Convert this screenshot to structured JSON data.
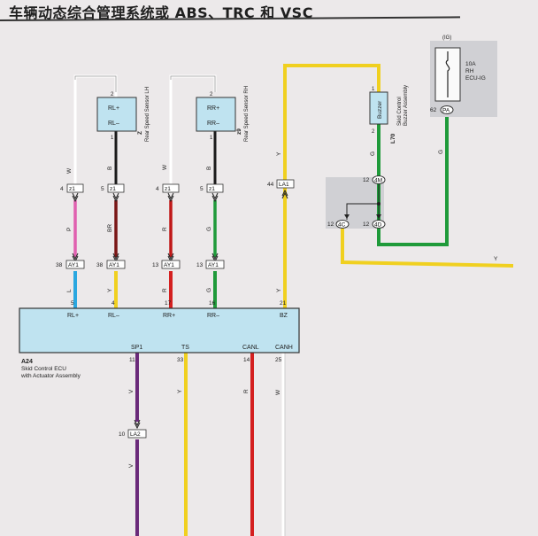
{
  "title": "车辆动态综合管理系统或 ABS、TRC 和 VSC",
  "ecu": {
    "code": "A24",
    "name_line1": "Skid Control ECU",
    "name_line2": "with Actuator Assembly",
    "top_pins": [
      {
        "num": "5",
        "name": "RL+"
      },
      {
        "num": "4",
        "name": "RL–"
      },
      {
        "num": "17",
        "name": "RR+"
      },
      {
        "num": "16",
        "name": "RR–"
      },
      {
        "num": "21",
        "name": "BZ"
      }
    ],
    "bottom_pins": [
      {
        "num": "11",
        "name": "SP1"
      },
      {
        "num": "33",
        "name": "TS"
      },
      {
        "num": "14",
        "name": "CANL"
      },
      {
        "num": "25",
        "name": "CANH"
      }
    ]
  },
  "sensors": [
    {
      "code": "Z",
      "name": "Rear Speed Sensor LH",
      "pin_top": "RL+",
      "pin_bottom": "RL–",
      "num_top": "2",
      "num_bottom": "1"
    },
    {
      "code": "z9",
      "name": "Rear Speed Sensor RH",
      "pin_top": "RR+",
      "pin_bottom": "RR–",
      "num_top": "2",
      "num_bottom": "1"
    }
  ],
  "buzzer": {
    "label": "Buzzer",
    "code": "L70",
    "name_line1": "Skid Control",
    "name_line2": "Buzzer Assembly",
    "num_top": "1",
    "num_bottom": "2"
  },
  "fuse": {
    "ig": "(IG)",
    "line1": "10A",
    "line2": "RH",
    "line3": "ECU-IG",
    "pin_num": "62",
    "pin_conn": "PA"
  },
  "connectors": {
    "z1": [
      {
        "num": "4",
        "code": "z1"
      },
      {
        "num": "5",
        "code": "z1"
      },
      {
        "num": "4",
        "code": "z1"
      },
      {
        "num": "5",
        "code": "z1"
      }
    ],
    "ay1": [
      {
        "num": "38",
        "code": "AY1"
      },
      {
        "num": "38",
        "code": "AY1"
      },
      {
        "num": "13",
        "code": "AY1"
      },
      {
        "num": "13",
        "code": "AY1"
      }
    ],
    "la1": {
      "num": "44",
      "code": "LA1"
    },
    "la2": {
      "num": "10",
      "code": "LA2"
    },
    "j4m": {
      "num": "12",
      "code": "4M"
    },
    "j4d": {
      "num": "12",
      "code": "4D"
    },
    "j4c": {
      "num": "12",
      "code": "4C"
    }
  },
  "wire_colors": {
    "W": "W",
    "B": "B",
    "P": "P",
    "BR": "BR",
    "R": "R",
    "G": "G",
    "L": "L",
    "Y": "Y",
    "V": "V"
  },
  "colors": {
    "pink": "#e060b0",
    "blue": "#2aa7e0",
    "yellow": "#f0d020",
    "red": "#d42020",
    "green": "#1f9a3a",
    "purple": "#6a2a7a",
    "ecu_fill": "#bfe3f0"
  }
}
